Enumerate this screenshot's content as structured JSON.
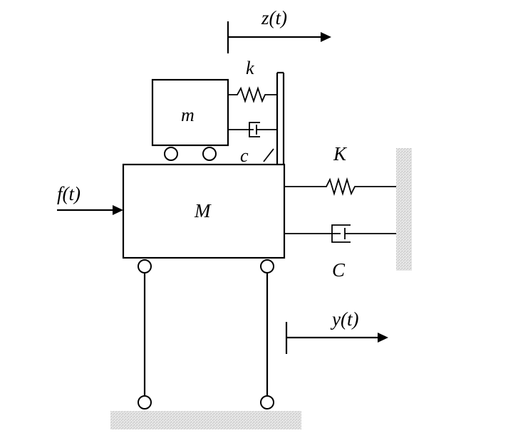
{
  "labels": {
    "z": "z(t)",
    "k": "k",
    "m": "m",
    "c": "c",
    "K": "K",
    "f": "f(t)",
    "M": "M",
    "C": "C",
    "y": "y(t)"
  },
  "colors": {
    "line": "#000000",
    "ground": "#d0d0d0",
    "background": "#ffffff"
  }
}
